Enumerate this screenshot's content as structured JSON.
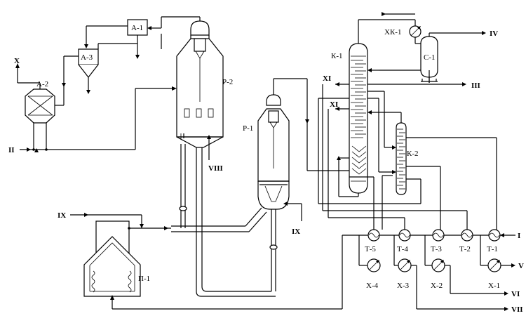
{
  "equipment": {
    "a1": "А-1",
    "a2": "А-2",
    "a3": "А-3",
    "p2": "Р-2",
    "p1": "Р-1",
    "k1": "К-1",
    "k2": "К-2",
    "xk1": "ХК-1",
    "c1": "С-1",
    "pi1": "П-1",
    "t1": "Т-1",
    "t2": "Т-2",
    "t3": "Т-3",
    "t4": "Т-4",
    "t5": "Т-5",
    "x1": "Х-1",
    "x2": "Х-2",
    "x3": "Х-3",
    "x4": "Х-4"
  },
  "streams": {
    "s1": "I",
    "s2": "II",
    "s3": "III",
    "s4": "IV",
    "s5": "V",
    "s6": "VI",
    "s7": "VII",
    "s8": "VIII",
    "s9_top": "IX",
    "s9_mid": "IX",
    "s10": "X",
    "s11_top": "XI",
    "s11_mid": "XI"
  }
}
